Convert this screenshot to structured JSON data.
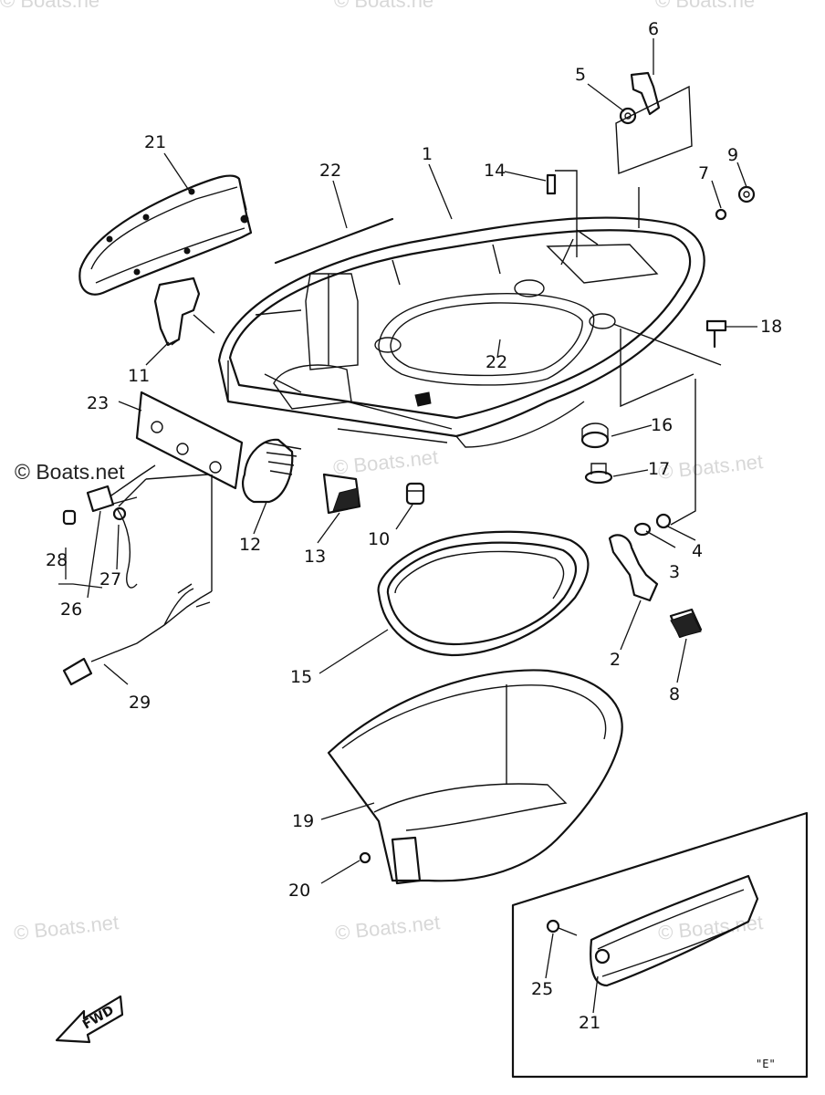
{
  "watermarks": {
    "top_left": "© Boats.ne",
    "top_center": "© Boats.ne",
    "top_right": "© Boats.ne",
    "left": "© Boats.net",
    "mid_center": "© Boats.net",
    "mid_right": "© Boats.net",
    "lower_left": "© Boats.net",
    "lower_center": "© Boats.net",
    "lower_right": "© Boats.net"
  },
  "callouts": {
    "p1": "1",
    "p2": "2",
    "p3": "3",
    "p4": "4",
    "p5": "5",
    "p6": "6",
    "p7": "7",
    "p8": "8",
    "p9": "9",
    "p10": "10",
    "p11": "11",
    "p12": "12",
    "p13": "13",
    "p14": "14",
    "p15": "15",
    "p16": "16",
    "p17": "17",
    "p18": "18",
    "p19": "19",
    "p20": "20",
    "p21a": "21",
    "p21b": "21",
    "p22a": "22",
    "p22b": "22",
    "p23": "23",
    "p25": "25",
    "p26": "26",
    "p27": "27",
    "p28": "28",
    "p29": "29"
  },
  "fwd_label": "FWD",
  "variant_tag": "\"E\""
}
